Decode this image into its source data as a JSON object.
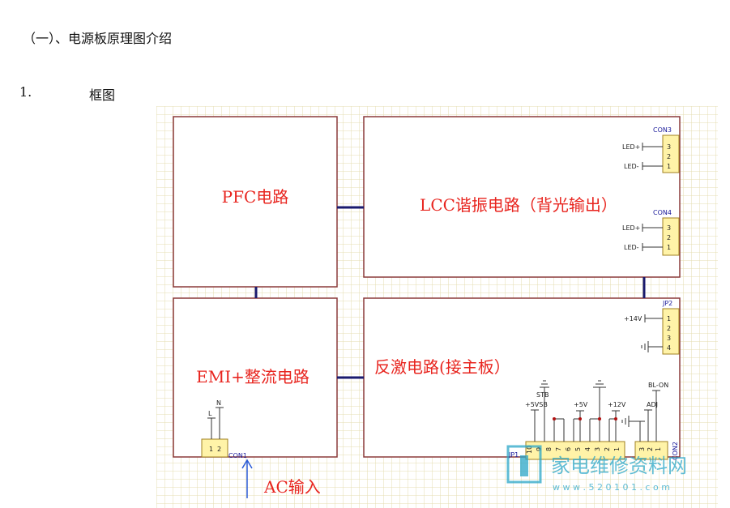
{
  "heading": "（一）、电源板原理图介绍",
  "section_number": "1.",
  "section_title": "框图",
  "blocks": {
    "pfc": "PFC电路",
    "lcc": "LCC谐振电路（背光输出）",
    "emi": "EMI+整流电路",
    "flyback": "反激电路(接主板）"
  },
  "ac_input": "AC输入",
  "connectors": {
    "con3": {
      "name": "CON3",
      "pins": [
        "3",
        "2",
        "1"
      ],
      "labels": [
        "LED+",
        "LED-"
      ]
    },
    "con4": {
      "name": "CON4",
      "pins": [
        "3",
        "2",
        "1"
      ],
      "labels": [
        "LED+",
        "LED-"
      ]
    },
    "jp2": {
      "name": "JP2",
      "pins": [
        "1",
        "2",
        "3",
        "4"
      ],
      "label": "+14V"
    },
    "con1": {
      "name": "CON1",
      "pins": [
        "1",
        "2"
      ],
      "labels": [
        "L",
        "N"
      ]
    },
    "jp1": {
      "name": "JP1",
      "pins": [
        "1",
        "2",
        "3",
        "4",
        "5",
        "6",
        "7",
        "8",
        "9",
        "10"
      ],
      "labels": [
        "STB",
        "+5VSB",
        "+5V",
        "+12V"
      ]
    },
    "con2": {
      "name": "CON2",
      "pins": [
        "1",
        "2",
        "3"
      ],
      "labels": [
        "BL-ON",
        "ADJ"
      ]
    }
  },
  "watermark": {
    "title": "家电维修资料网",
    "url": "w w w . 5 2 0 1 0 1 . c o m"
  },
  "colors": {
    "block_text": "#e8251f",
    "grid": "#e4ddb0",
    "wire": "#1a1a6e",
    "connector": "#fff3a8",
    "watermark": "#2aa6c8"
  }
}
